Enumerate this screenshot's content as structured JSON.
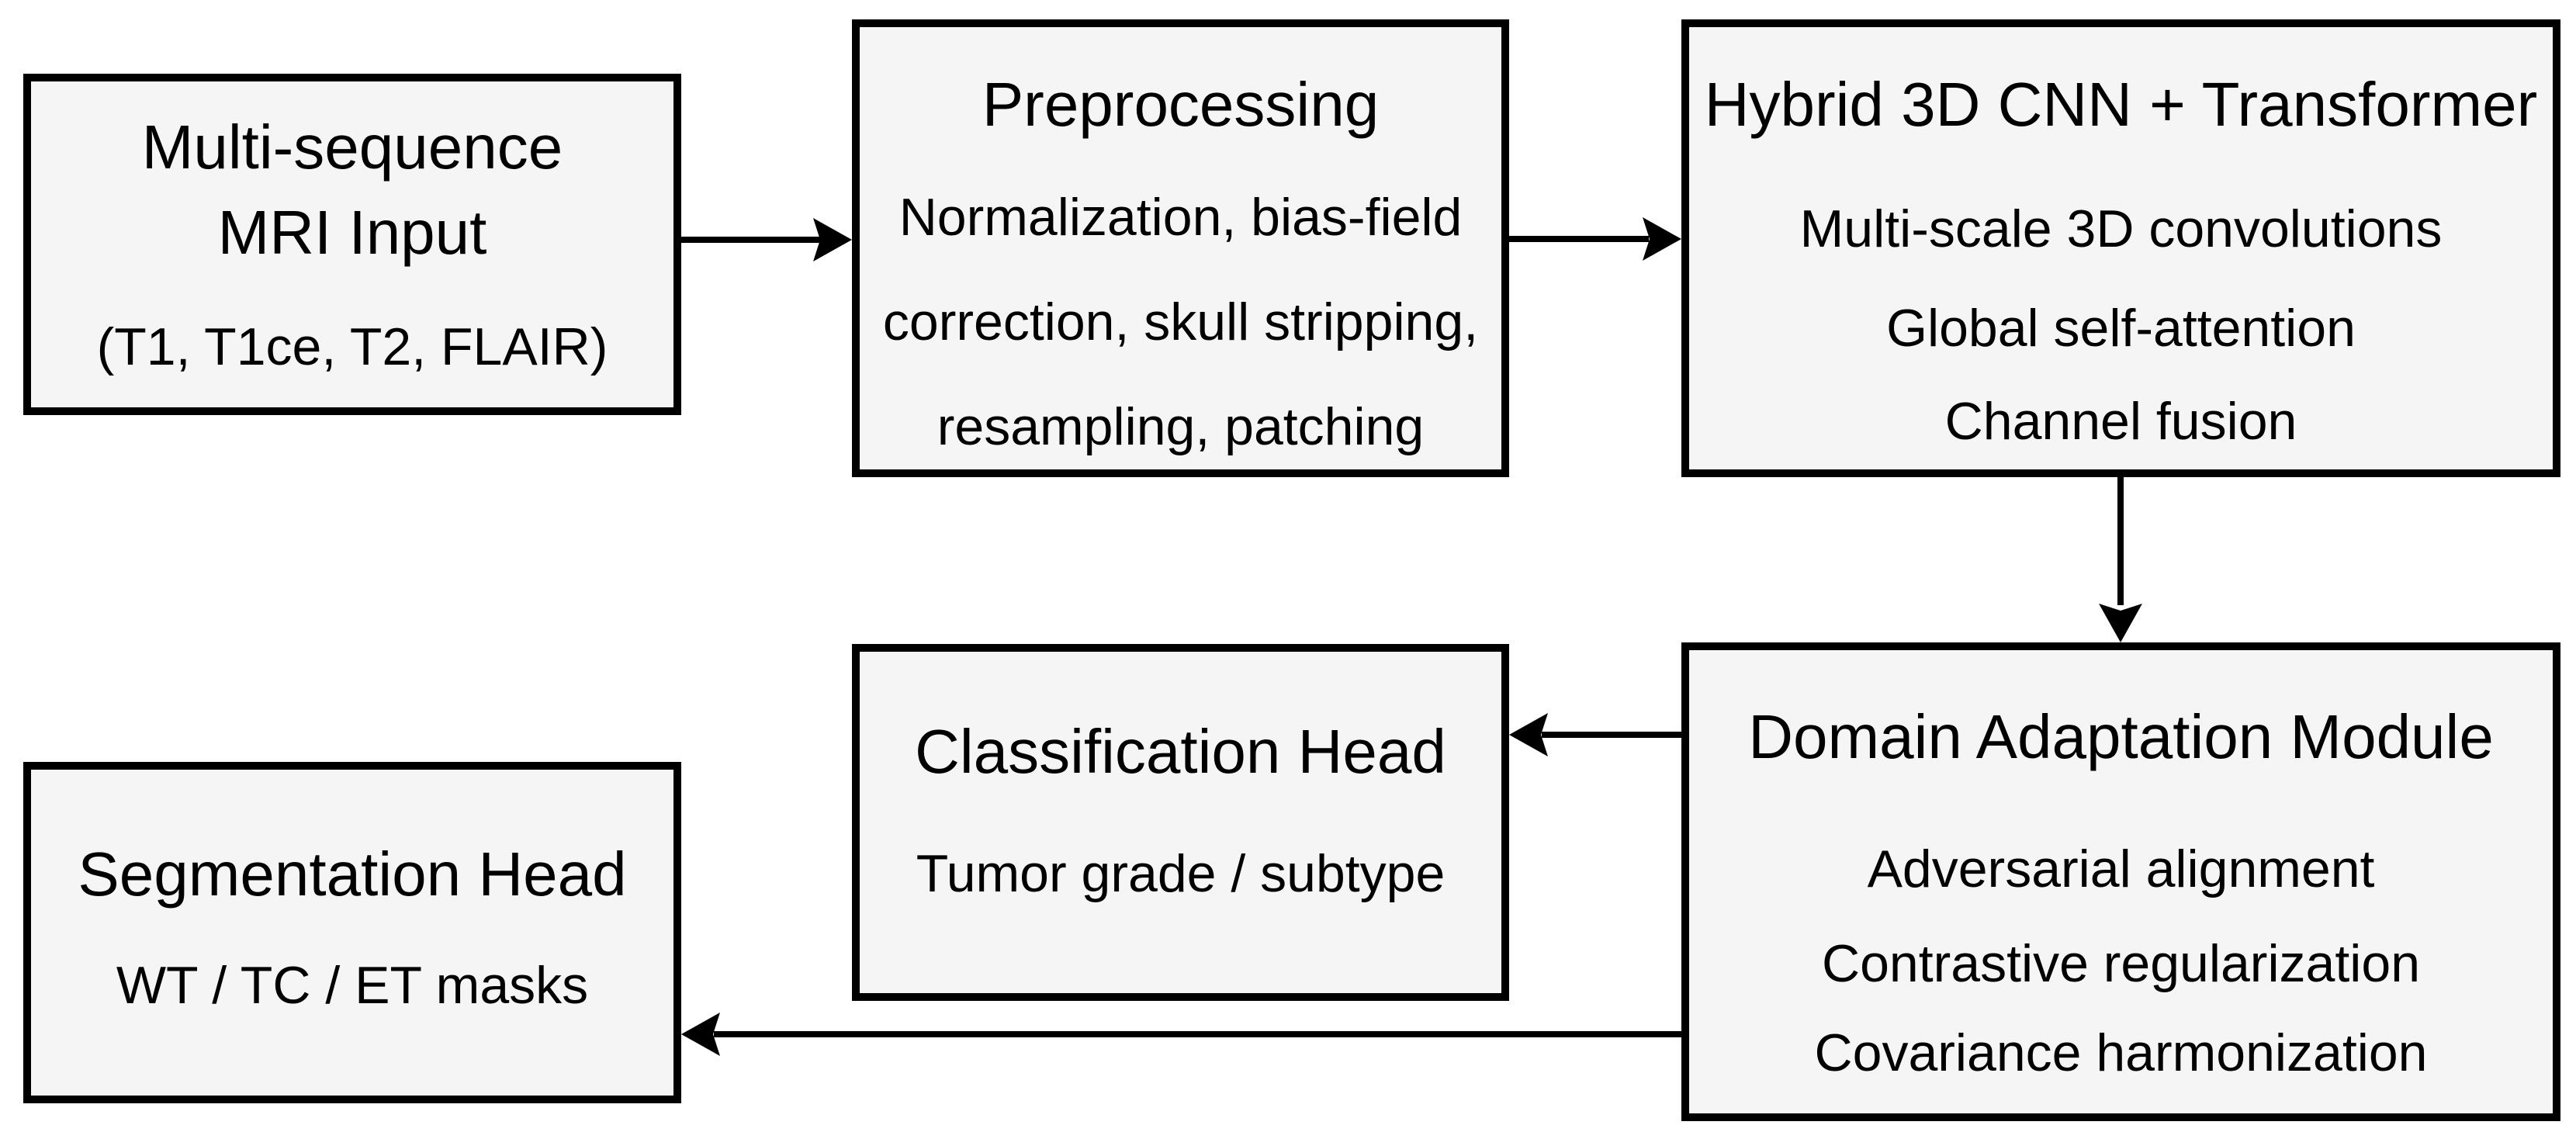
{
  "colors": {
    "background": "#ffffff",
    "box_fill": "#f5f5f5",
    "box_border": "#000000",
    "text": "#000000",
    "arrow": "#000000"
  },
  "boxes": {
    "mri": {
      "title1": "Multi-sequence",
      "title2": "MRI Input",
      "subtitle": "(T1, T1ce, T2, FLAIR)"
    },
    "preprocessing": {
      "title": "Preprocessing",
      "line1": "Normalization, bias-field",
      "line2": "correction, skull stripping,",
      "line3": "resampling, patching"
    },
    "cnn": {
      "title": "Hybrid 3D CNN + Transformer",
      "line1": "Multi-scale 3D convolutions",
      "line2": "Global self-attention",
      "line3": "Channel fusion"
    },
    "dam": {
      "title": "Domain Adaptation Module",
      "line1": "Adversarial alignment",
      "line2": "Contrastive regularization",
      "line3": "Covariance harmonization"
    },
    "cls": {
      "title": "Classification Head",
      "line1": "Tumor grade / subtype"
    },
    "seg": {
      "title": "Segmentation Head",
      "line1": "WT / TC / ET masks"
    }
  },
  "arrows": [
    {
      "from": "multi-sequence-mri-input",
      "to": "preprocessing"
    },
    {
      "from": "preprocessing",
      "to": "hybrid-3d-cnn-transformer"
    },
    {
      "from": "hybrid-3d-cnn-transformer",
      "to": "domain-adaptation-module"
    },
    {
      "from": "domain-adaptation-module",
      "to": "classification-head"
    },
    {
      "from": "domain-adaptation-module",
      "to": "segmentation-head"
    }
  ]
}
